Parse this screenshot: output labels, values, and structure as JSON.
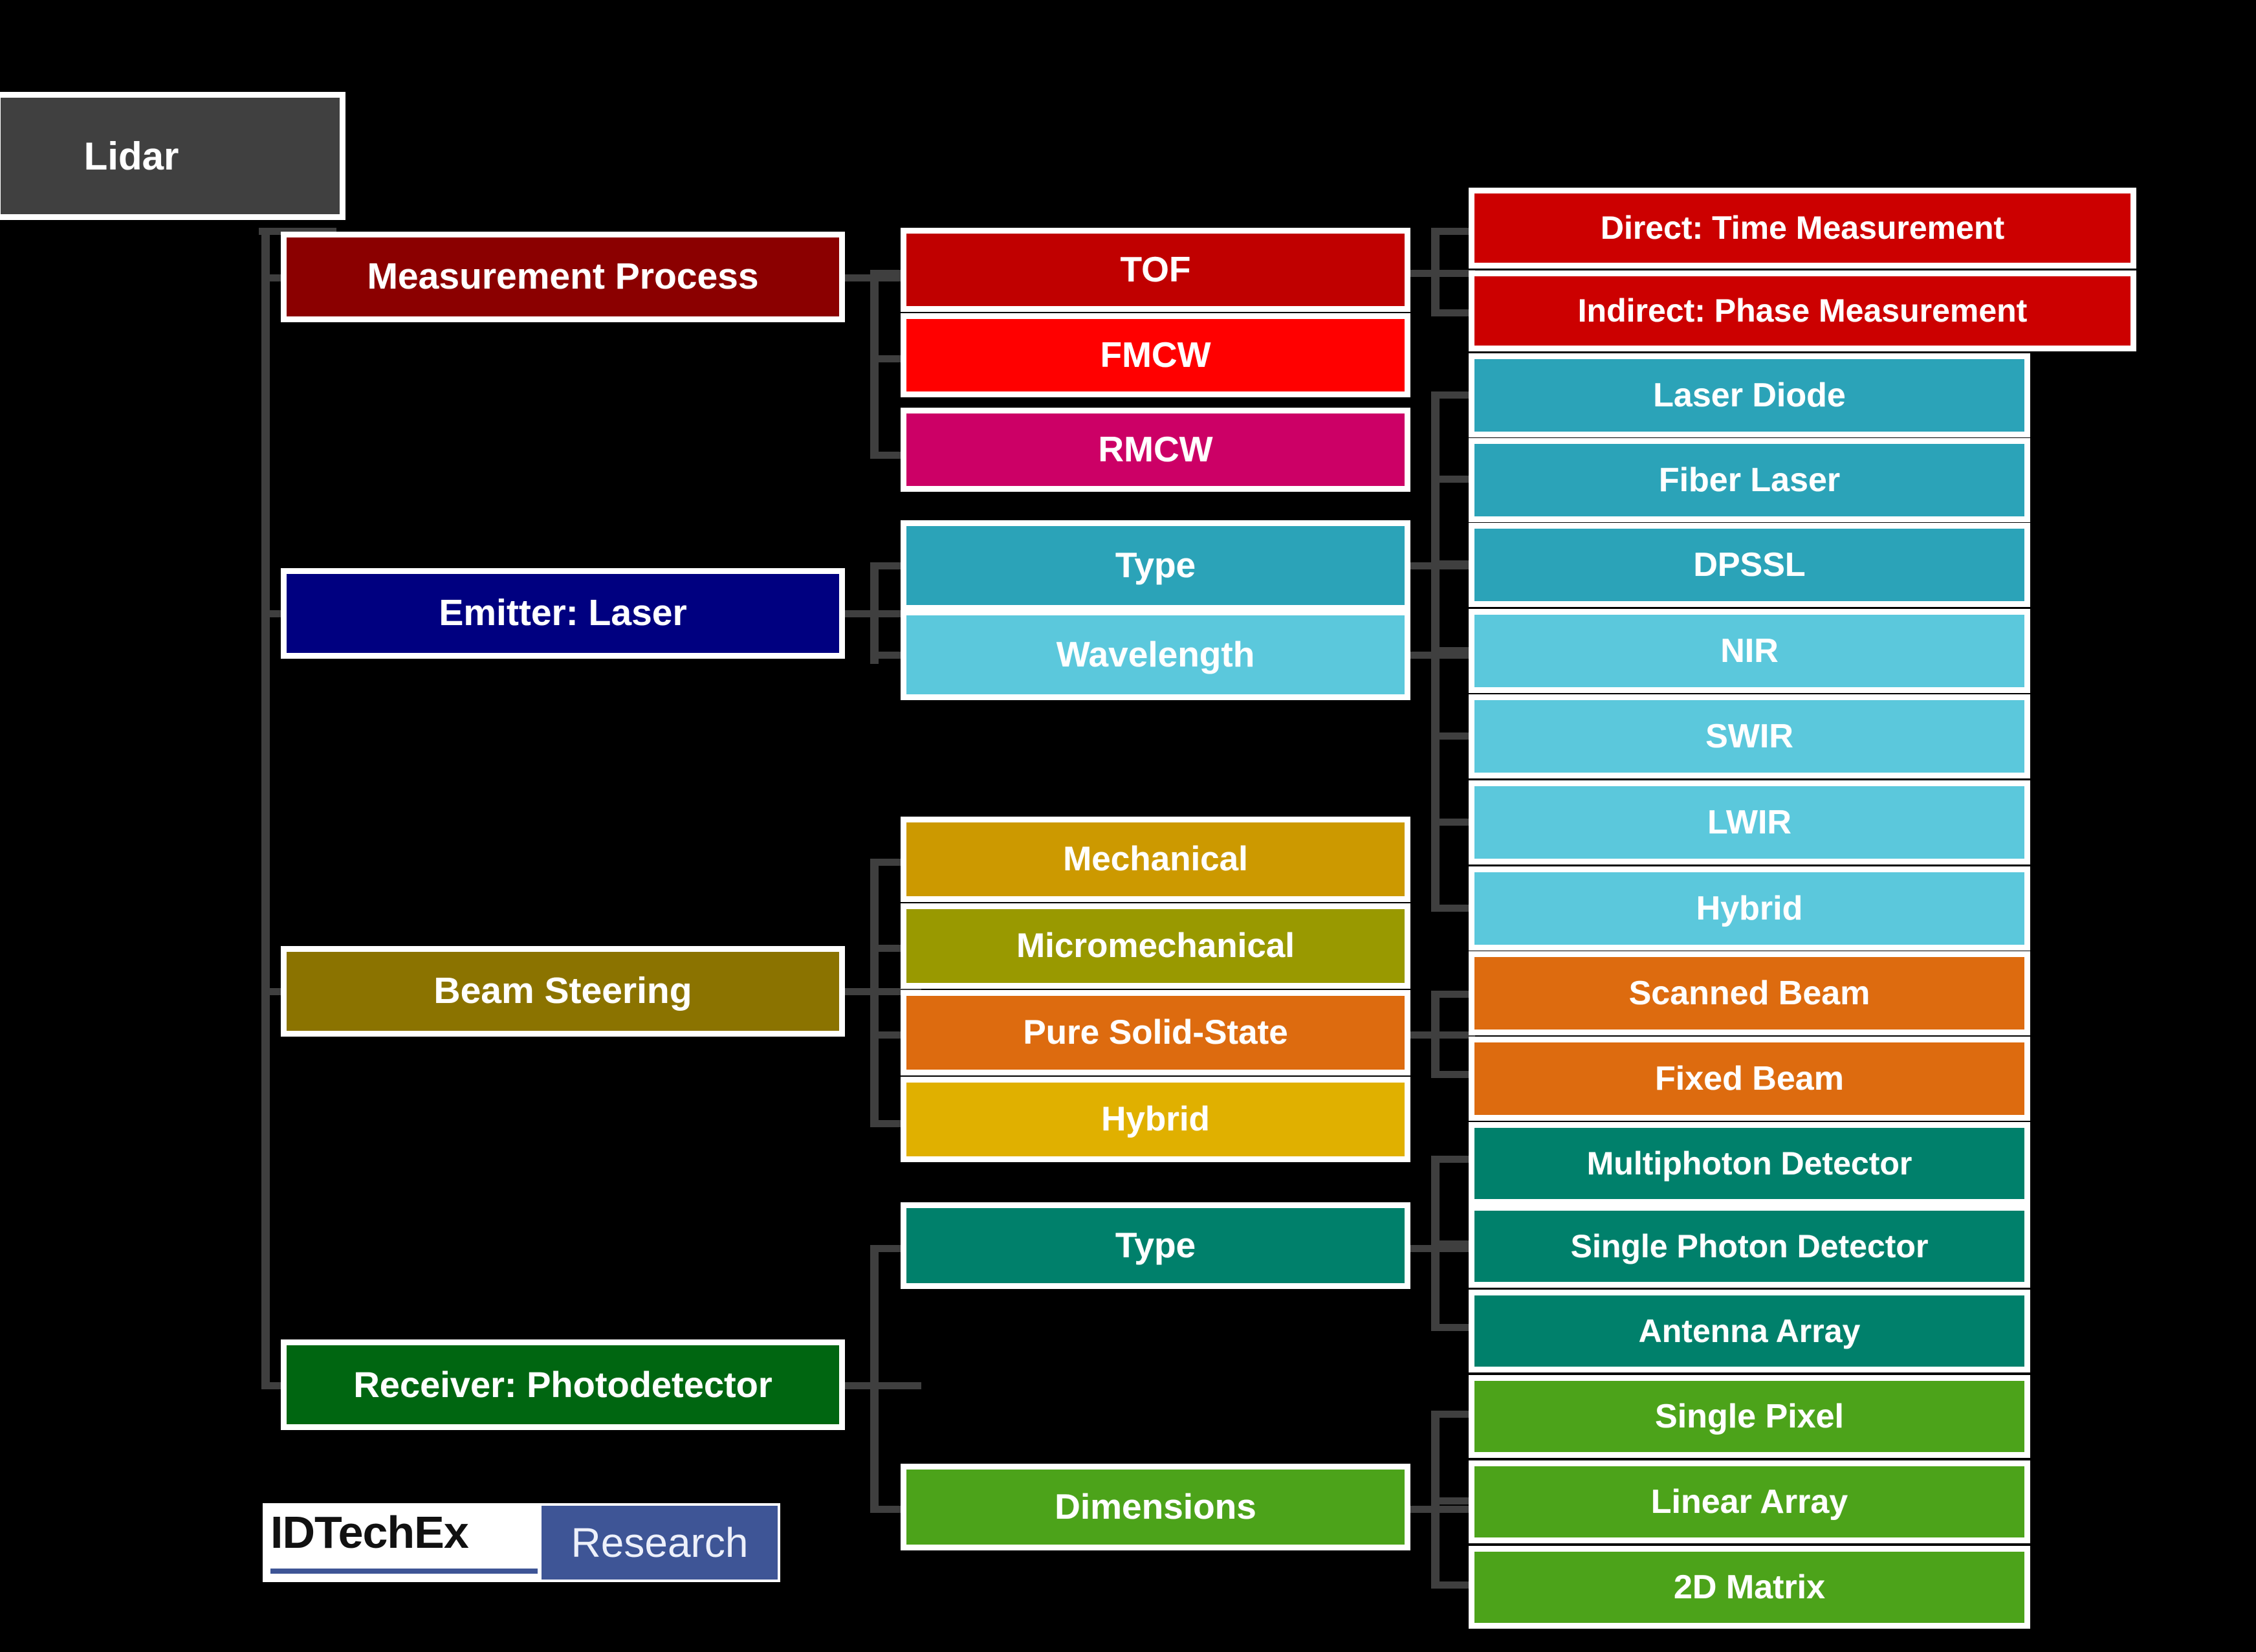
{
  "diagram": {
    "title": "Lidar taxonomy tree",
    "root": {
      "label": "Lidar",
      "color": "#404040"
    },
    "level1": [
      {
        "label": "Measurement Process",
        "color": "#8B0000"
      },
      {
        "label": "Emitter: Laser",
        "color": "#000080"
      },
      {
        "label": "Beam Steering",
        "color": "#8B7300"
      },
      {
        "label": "Receiver: Photodetector",
        "color": "#006611"
      }
    ],
    "level2": [
      {
        "label": "TOF",
        "color": "#C00000"
      },
      {
        "label": "FMCW",
        "color": "#FF0000"
      },
      {
        "label": "RMCW",
        "color": "#CC0066"
      },
      {
        "label": "Type",
        "color": "#2BA3B8"
      },
      {
        "label": "Wavelength",
        "color": "#5BC8DC"
      },
      {
        "label": "Mechanical",
        "color": "#CC9900"
      },
      {
        "label": "Micromechanical",
        "color": "#999900"
      },
      {
        "label": "Pure Solid-State",
        "color": "#DD6B0F"
      },
      {
        "label": "Hybrid",
        "color": "#E0B000"
      },
      {
        "label": "Type",
        "color": "#00806B"
      },
      {
        "label": "Dimensions",
        "color": "#4CA31A"
      }
    ],
    "level3": [
      {
        "label": "Direct: Time Measurement",
        "color": "#CC0000"
      },
      {
        "label": "Indirect: Phase Measurement",
        "color": "#CC0000"
      },
      {
        "label": "Laser Diode",
        "color": "#2BA3B8"
      },
      {
        "label": "Fiber Laser",
        "color": "#2BA3B8"
      },
      {
        "label": "DPSSL",
        "color": "#2BA3B8"
      },
      {
        "label": "NIR",
        "color": "#5BC8DC"
      },
      {
        "label": "SWIR",
        "color": "#5BC8DC"
      },
      {
        "label": "LWIR",
        "color": "#5BC8DC"
      },
      {
        "label": "Hybrid",
        "color": "#5BC8DC"
      },
      {
        "label": "Scanned Beam",
        "color": "#DD6B0F"
      },
      {
        "label": "Fixed Beam",
        "color": "#DD6B0F"
      },
      {
        "label": "Multiphoton Detector",
        "color": "#00806B"
      },
      {
        "label": "Single Photon Detector",
        "color": "#00806B"
      },
      {
        "label": "Antenna Array",
        "color": "#00806B"
      },
      {
        "label": "Single Pixel",
        "color": "#4CA31A"
      },
      {
        "label": "Linear Array",
        "color": "#4CA31A"
      },
      {
        "label": "2D Matrix",
        "color": "#4CA31A"
      }
    ],
    "connector_color": "#3F3F3F",
    "background_color": "#000000"
  },
  "logo": {
    "brand": "IDTechEx",
    "product": "Research",
    "brand_color": "#111111",
    "accent_color": "#3E5596"
  }
}
